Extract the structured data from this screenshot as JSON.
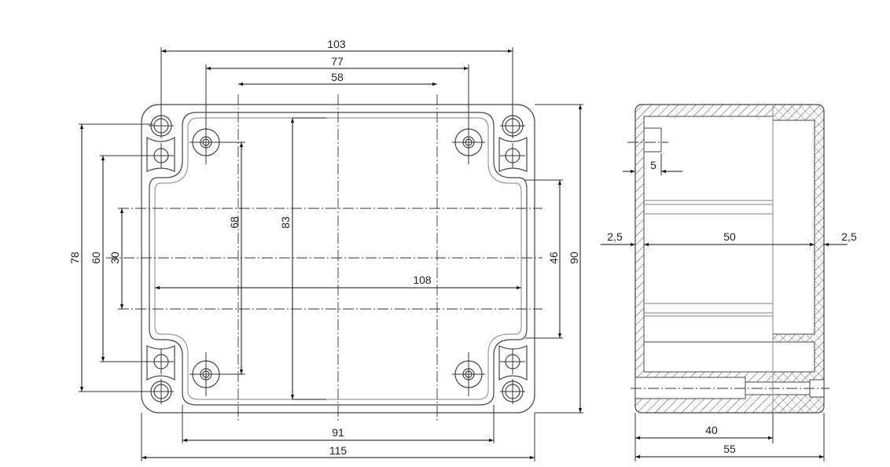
{
  "drawing": {
    "front_view": {
      "dimensions": {
        "overall_width": "103",
        "hole_spacing_width": "77",
        "inner_spacing_width": "58",
        "overall_height_holes": "78",
        "hole_spacing_height": "60",
        "inner_height_small": "30",
        "mount_spacing_height": "68",
        "inner_height": "83",
        "inner_width": "108",
        "side_inner_height": "46",
        "total_height": "90",
        "lid_width": "91",
        "total_width": "115"
      }
    },
    "side_view": {
      "dimensions": {
        "wall_left": "2,5",
        "inner_depth": "50",
        "wall_right": "2,5",
        "slot_depth": "5",
        "base_depth": "40",
        "total_depth": "55"
      }
    }
  }
}
